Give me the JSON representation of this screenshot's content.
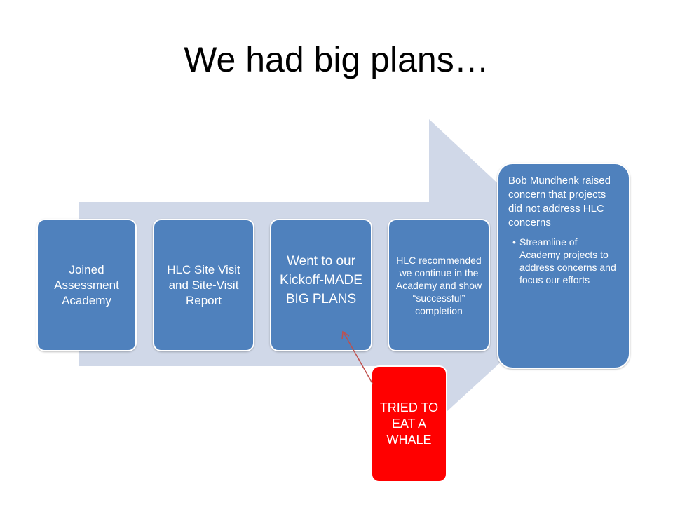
{
  "slide": {
    "title": "We had big plans…"
  },
  "steps": [
    {
      "text": "Joined Assessment Academy"
    },
    {
      "text": "HLC Site Visit and Site-Visit Report"
    },
    {
      "text": "Went to our Kickoff-MADE BIG PLANS"
    },
    {
      "text": "HLC recommended we continue in the Academy and show “successful” completion"
    }
  ],
  "final_step": {
    "heading": "Bob Mundhenk raised concern that projects did not address HLC concerns",
    "bullet": "Streamline of Academy projects to address concerns and focus our efforts"
  },
  "callout": {
    "text": "TRIED TO EAT A WHALE"
  },
  "colors": {
    "arrow": "#d0d8e8",
    "step": "#4f81bd",
    "callout": "#ff0000",
    "pointer": "#c0504d"
  }
}
